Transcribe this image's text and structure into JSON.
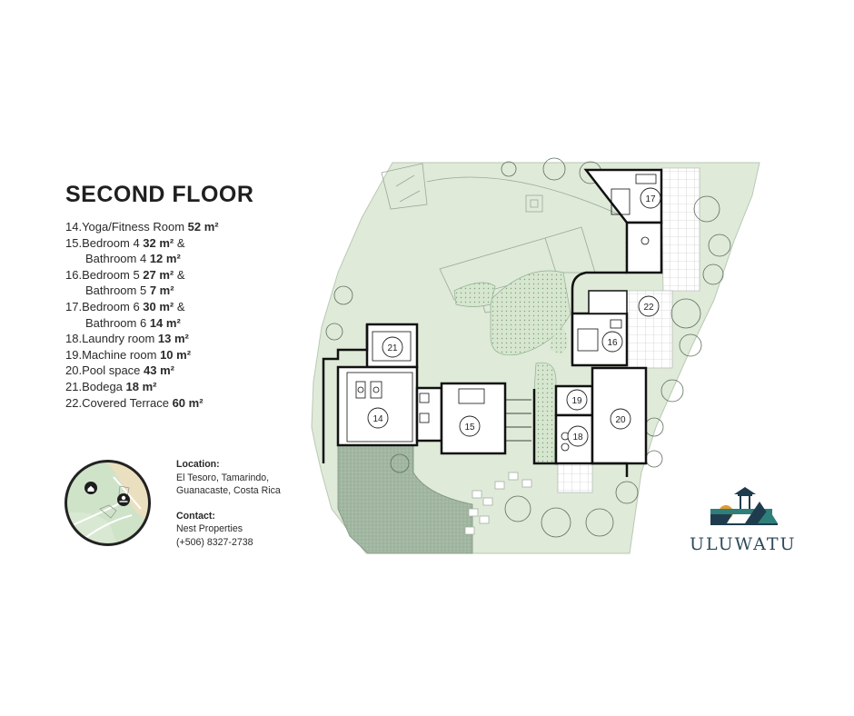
{
  "title": "SECOND FLOOR",
  "rooms": [
    {
      "num": "14.",
      "name": "Yoga/Fitness Room ",
      "area": "52 m²"
    },
    {
      "num": "15.",
      "name": "Bedroom 4 ",
      "area": "32 m²",
      "tail": " &",
      "name2": "Bathroom 4 ",
      "area2": "12 m²"
    },
    {
      "num": "16.",
      "name": "Bedroom 5 ",
      "area": "27 m²",
      "tail": " &",
      "name2": "Bathroom 5 ",
      "area2": "7 m²"
    },
    {
      "num": "17.",
      "name": "Bedroom 6 ",
      "area": "30 m²",
      "tail": " &",
      "name2": "Bathroom 6 ",
      "area2": "14 m²"
    },
    {
      "num": "18.",
      "name": "Laundry room ",
      "area": "13 m²"
    },
    {
      "num": "19.",
      "name": "Machine room ",
      "area": "10 m²"
    },
    {
      "num": "20.",
      "name": "Pool space ",
      "area": "43 m²"
    },
    {
      "num": "21.",
      "name": "Bodega ",
      "area": "18 m²"
    },
    {
      "num": "22.",
      "name": "Covered Terrace ",
      "area": "60 m²"
    }
  ],
  "location": {
    "label": "Location:",
    "line1": "El Tesoro, Tamarindo,",
    "line2": "Guanacaste, Costa Rica"
  },
  "contact": {
    "label": "Contact:",
    "line1": "Nest Properties",
    "line2": "(+506) 8327-2738"
  },
  "plan_labels": {
    "r14": "14",
    "r15": "15",
    "r16": "16",
    "r17": "17",
    "r18": "18",
    "r19": "19",
    "r20": "20",
    "r21": "21",
    "r22": "22"
  },
  "logo": {
    "text": "ULUWATU",
    "icon": "pagoda-mountain-icon"
  },
  "map_icons": [
    "home-pin-icon",
    "beach-pin-icon"
  ],
  "colors": {
    "land": "#dfead9",
    "hatch": "#8fae8f",
    "walls": "#111111",
    "title": "#1f1f1f",
    "logo_navy": "#1f3c4f",
    "logo_teal": "#2e7f7a",
    "logo_sun": "#e39b2d"
  }
}
